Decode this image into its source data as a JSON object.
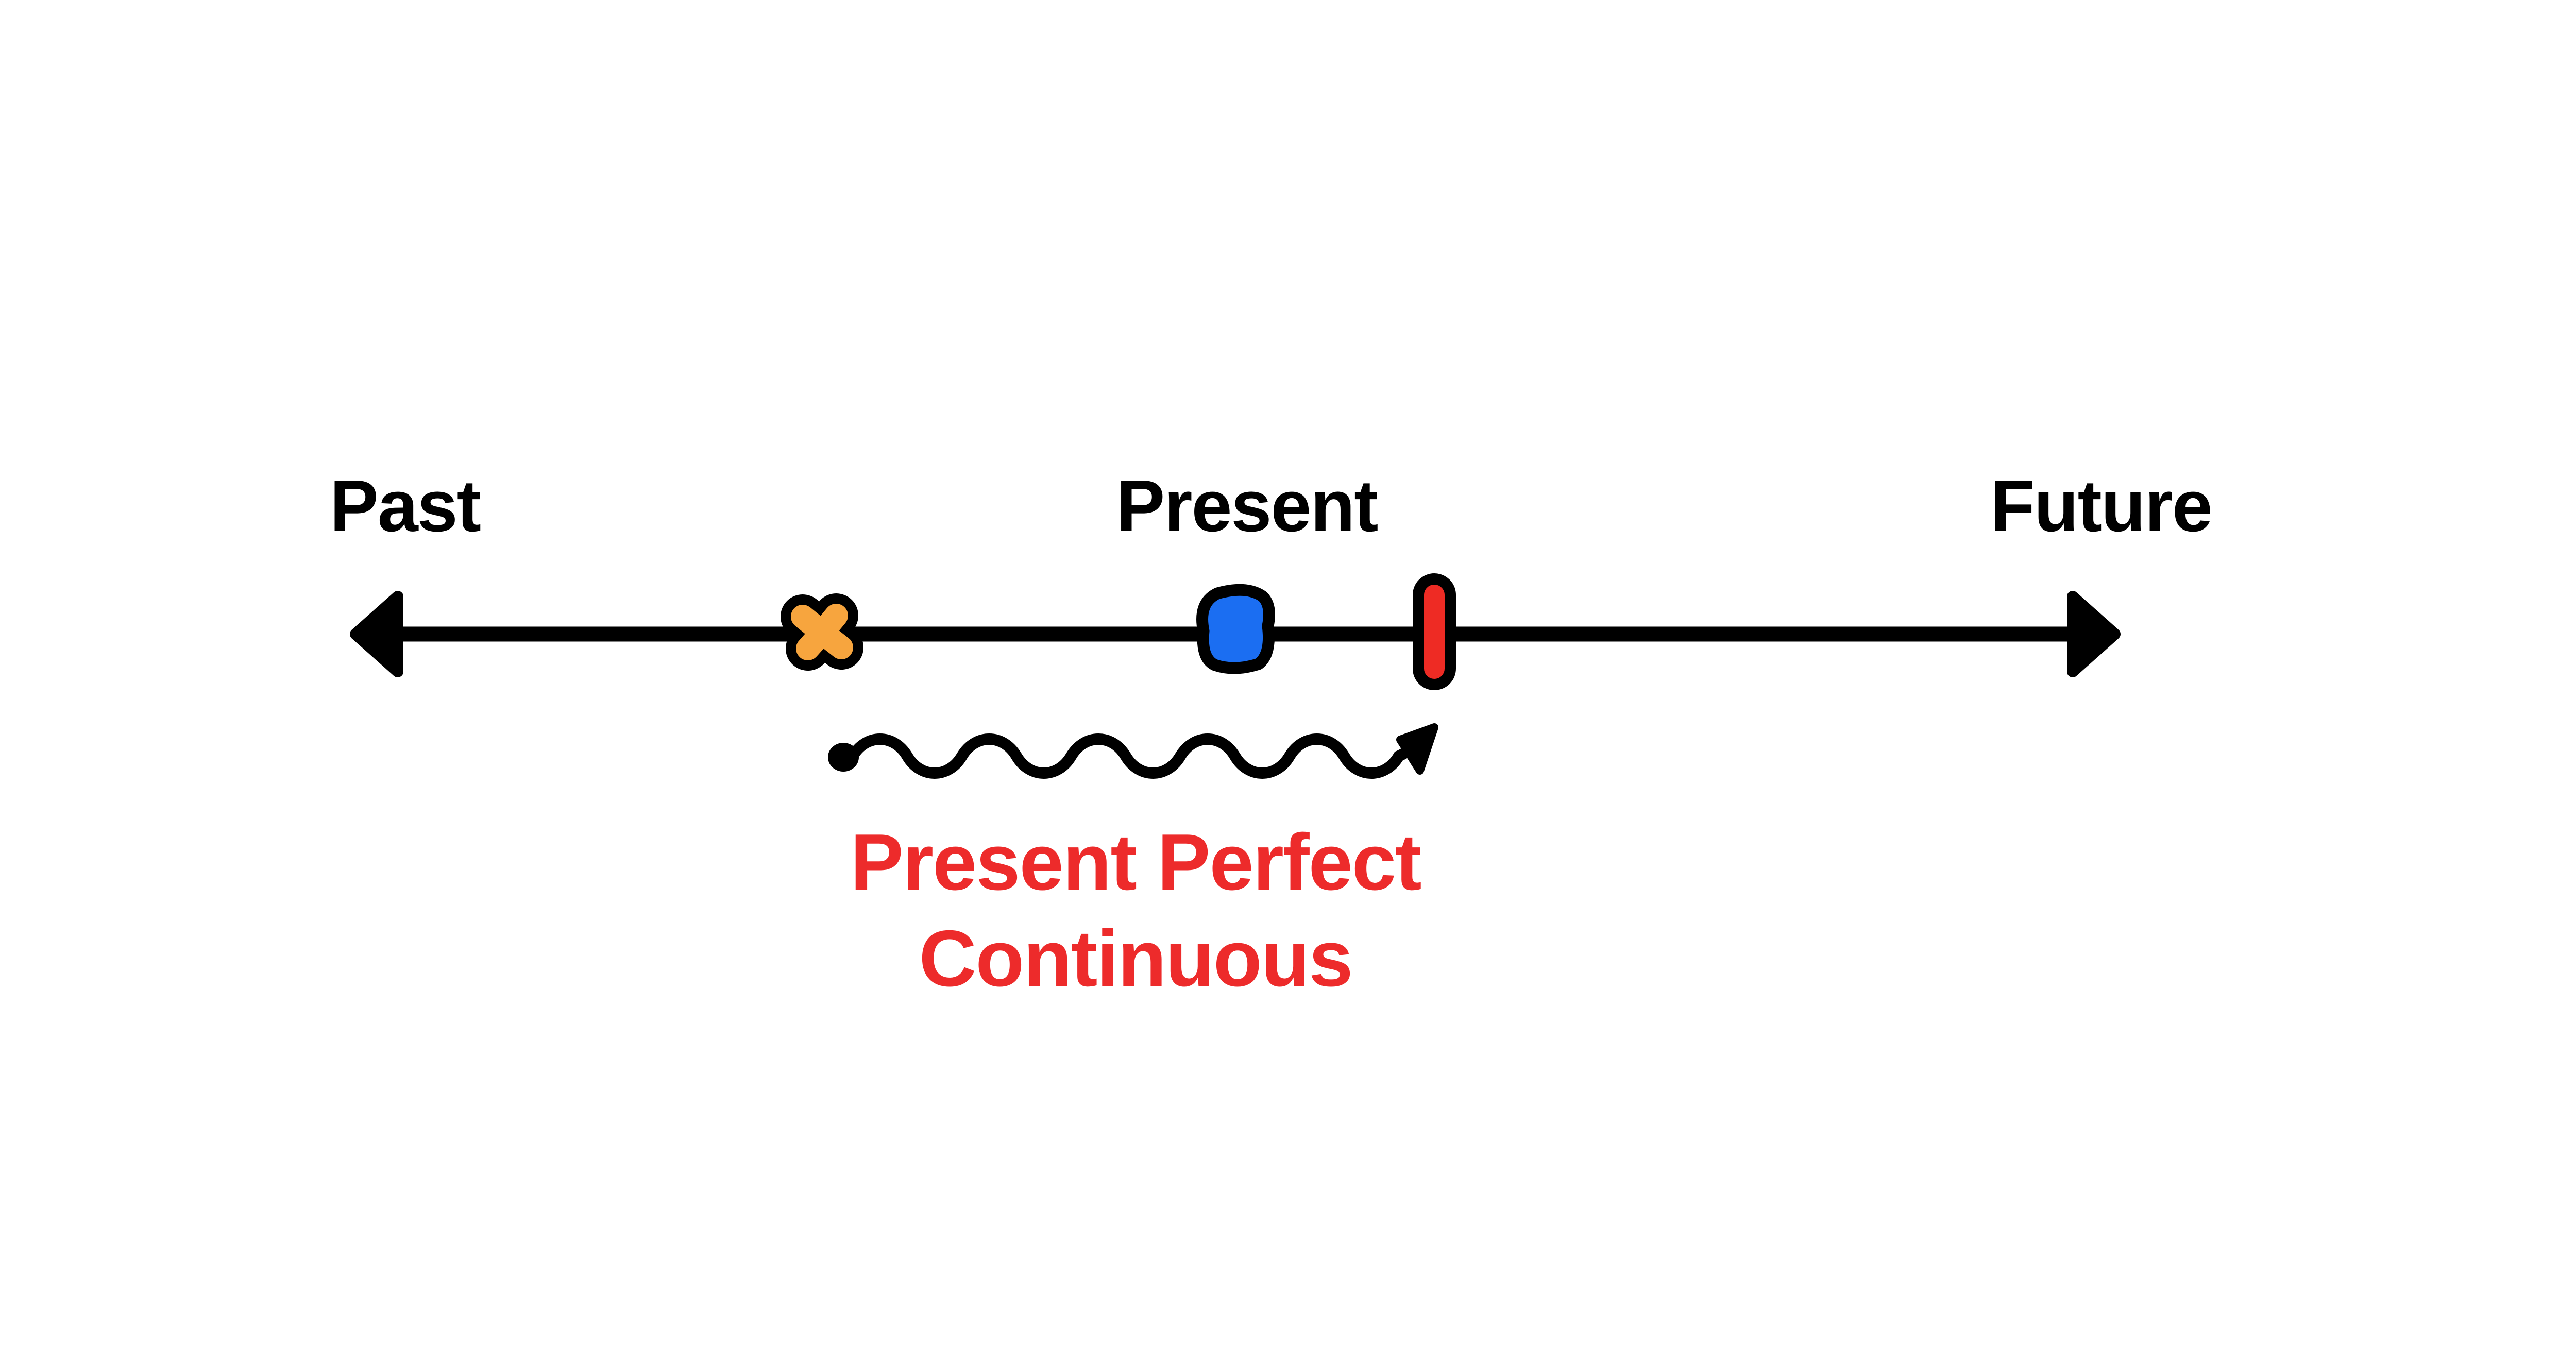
{
  "page": {
    "background": "#ffffff"
  },
  "diagram": {
    "type": "grammar-tense-timeline",
    "timeline_labels": {
      "past": "Past",
      "present": "Present",
      "future": "Future"
    },
    "annotation": {
      "line1": "Present Perfect",
      "line2": "Continuous"
    },
    "colors": {
      "axis": "#000000",
      "label_text": "#000000",
      "annotation_text": "#ED2B2B",
      "past_event_marker": "#F7A53E",
      "present_marker": "#1B6EF2",
      "now_marker": "#EE2B24"
    },
    "icons": {
      "left_arrowhead": "arrow-left",
      "right_arrowhead": "arrow-right",
      "past_event_marker": "x-cross",
      "present_marker": "rounded-square",
      "now_marker": "vertical-pill",
      "duration_arrow": "wavy-arrow-right"
    }
  }
}
